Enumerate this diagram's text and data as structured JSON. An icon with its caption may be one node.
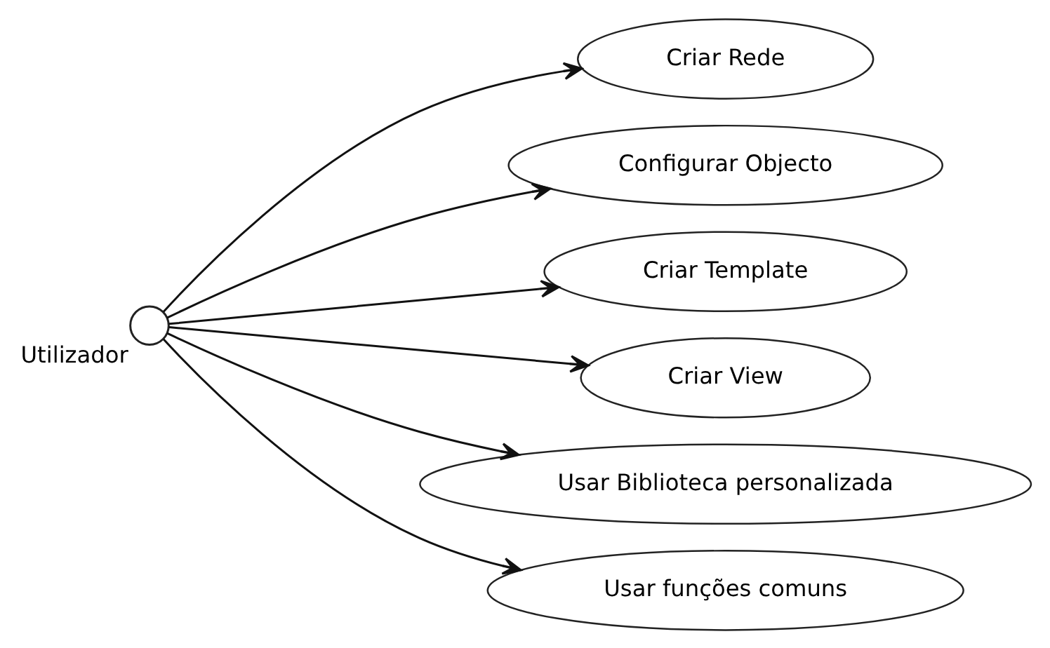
{
  "diagram": {
    "nodes": [
      {
        "text": [],
        "shape": "person",
        "beside": [
          "Utilizador"
        ]
      },
      {
        "text": [
          "Criar Rede"
        ]
      },
      {
        "text": [
          "Configurar Objecto"
        ]
      },
      {
        "text": [
          "Criar Template"
        ]
      },
      {
        "text": [
          "Criar View"
        ]
      },
      {
        "text": [
          "Usar Biblioteca personalizada"
        ]
      },
      {
        "text": [
          "Usar funções comuns"
        ]
      }
    ],
    "edges": [
      {
        "from": 0,
        "to": 1,
        "arrow": "to"
      },
      {
        "from": 0,
        "to": 2,
        "arrow": "to"
      },
      {
        "from": 0,
        "to": 3,
        "arrow": "to"
      },
      {
        "from": 0,
        "to": 4,
        "arrow": "to"
      },
      {
        "from": 0,
        "to": 5,
        "arrow": "to"
      },
      {
        "from": 0,
        "to": 6,
        "arrow": "to"
      }
    ]
  }
}
